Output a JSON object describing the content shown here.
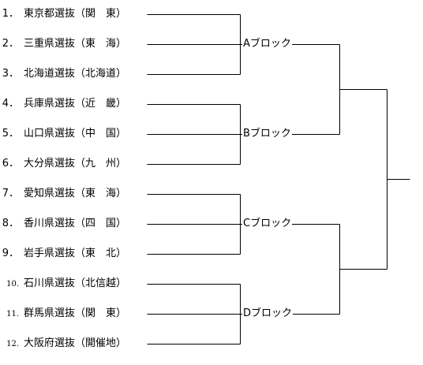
{
  "teams": [
    {
      "seed": "1．",
      "name": "東京都選抜（関　東）"
    },
    {
      "seed": "2．",
      "name": "三重県選抜（東　海）"
    },
    {
      "seed": "3．",
      "name": "北海道選抜（北海道）"
    },
    {
      "seed": "4．",
      "name": "兵庫県選抜（近　畿）"
    },
    {
      "seed": "5．",
      "name": "山口県選抜（中　国）"
    },
    {
      "seed": "6．",
      "name": "大分県選抜（九　州）"
    },
    {
      "seed": "7．",
      "name": "愛知県選抜（東　海）"
    },
    {
      "seed": "8．",
      "name": "香川県選抜（四　国）"
    },
    {
      "seed": "9．",
      "name": "岩手県選抜（東　北）"
    },
    {
      "seed": "10.",
      "name": "石川県選抜（北信越）"
    },
    {
      "seed": "11.",
      "name": "群馬県選抜（関　東）"
    },
    {
      "seed": "12.",
      "name": "大阪府選抜（開催地）"
    }
  ],
  "blocks": [
    {
      "label": "Aブロック"
    },
    {
      "label": "Bブロック"
    },
    {
      "label": "Cブロック"
    },
    {
      "label": "Dブロック"
    }
  ],
  "line_color": "#000000"
}
